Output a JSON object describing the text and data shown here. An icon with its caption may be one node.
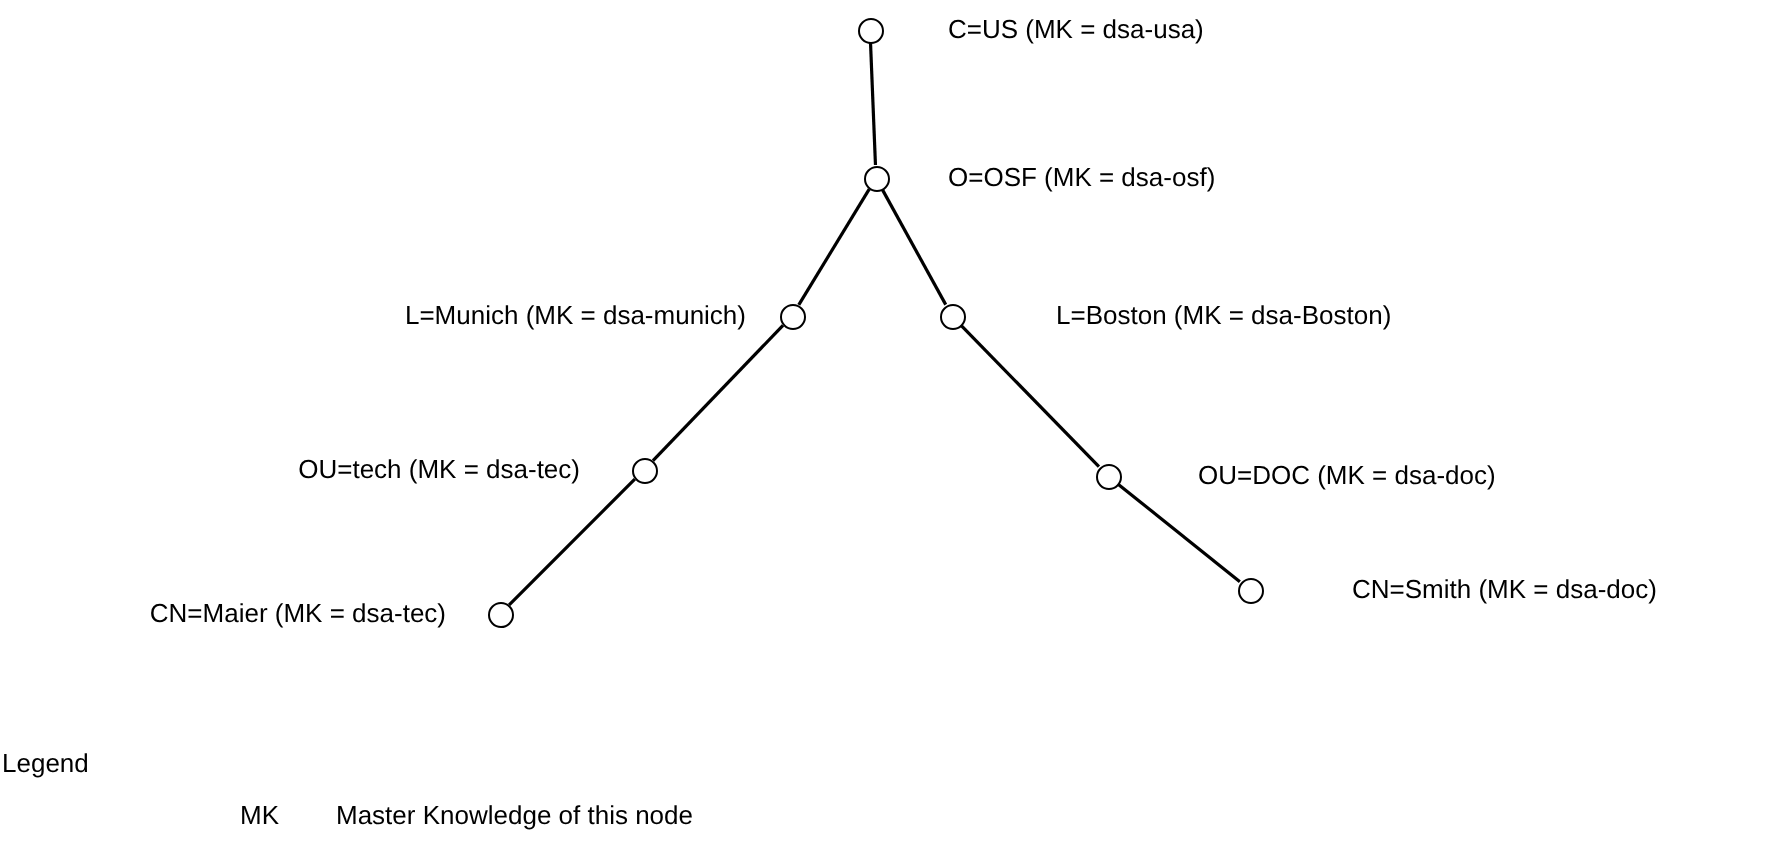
{
  "diagram": {
    "nodes": [
      {
        "text": [],
        "shape": "circle",
        "beside": [
          "C=US (MK = dsa-usa)"
        ]
      },
      {
        "text": [],
        "shape": "circle",
        "beside": [
          "O=OSF (MK = dsa-osf)"
        ]
      },
      {
        "text": [],
        "shape": "circle",
        "beside": [
          "L=Munich (MK = dsa-munich)"
        ]
      },
      {
        "text": [],
        "shape": "circle",
        "beside": [
          "L=Boston (MK = dsa-Boston)"
        ]
      },
      {
        "text": [],
        "shape": "circle",
        "beside": [
          "OU=tech (MK = dsa-tec)"
        ]
      },
      {
        "text": [],
        "shape": "circle",
        "beside": [
          "OU=DOC (MK = dsa-doc)"
        ]
      },
      {
        "text": [],
        "shape": "circle",
        "beside": [
          "CN=Maier (MK = dsa-tec)"
        ]
      },
      {
        "text": [],
        "shape": "circle",
        "beside": [
          "CN=Smith (MK = dsa-doc)"
        ]
      }
    ],
    "edges": [
      {
        "from": 0,
        "to": 1,
        "arrow": "none"
      },
      {
        "from": 1,
        "to": 2,
        "arrow": "none"
      },
      {
        "from": 1,
        "to": 3,
        "arrow": "none"
      },
      {
        "from": 2,
        "to": 4,
        "arrow": "none"
      },
      {
        "from": 4,
        "to": 6,
        "arrow": "none"
      },
      {
        "from": 3,
        "to": 5,
        "arrow": "none"
      },
      {
        "from": 5,
        "to": 7,
        "arrow": "none"
      }
    ],
    "labels": [
      "Legend",
      "MK",
      "Master Knowledge of this node"
    ]
  }
}
